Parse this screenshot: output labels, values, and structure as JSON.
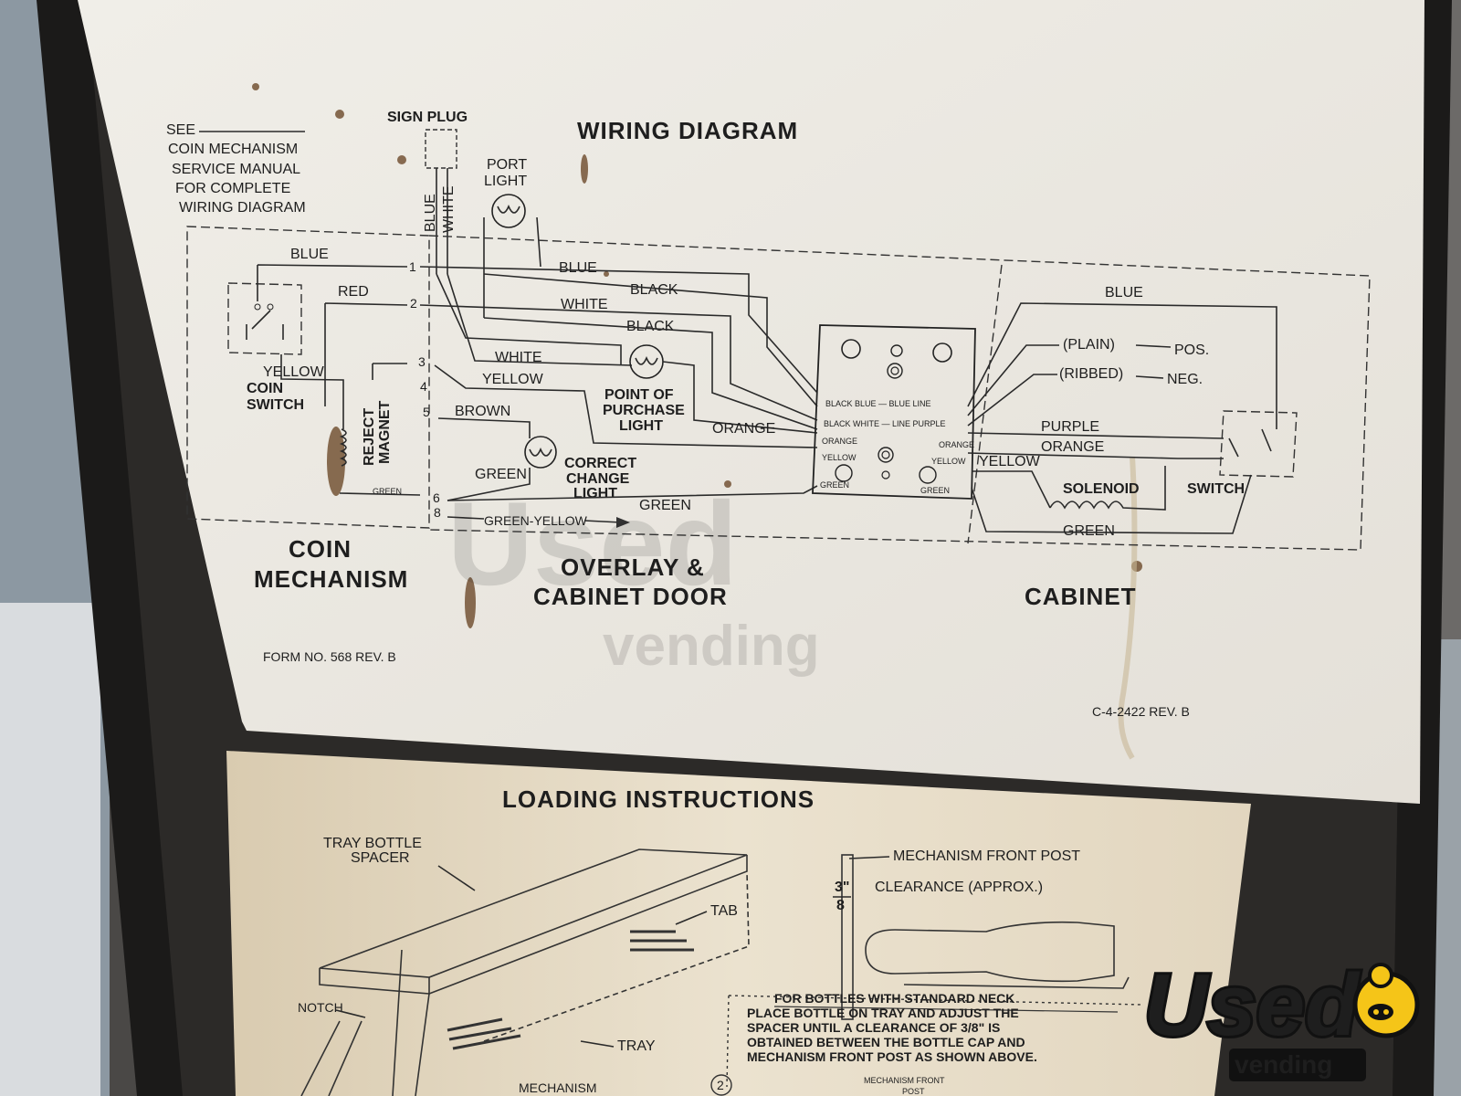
{
  "wiring": {
    "title": "WIRING DIAGRAM",
    "see_note": [
      "SEE",
      "COIN MECHANISM",
      "SERVICE MANUAL",
      "FOR COMPLETE",
      "WIRING DIAGRAM"
    ],
    "sign_plug": "SIGN PLUG",
    "port_light": [
      "PORT",
      "LIGHT"
    ],
    "wires": {
      "blue": "BLUE",
      "white": "WHITE",
      "red": "RED",
      "black": "BLACK",
      "yellow": "YELLOW",
      "brown": "BROWN",
      "green": "GREEN",
      "green_yellow": "GREEN-YELLOW",
      "orange": "ORANGE",
      "purple": "PURPLE"
    },
    "terminals": [
      "1",
      "2",
      "3",
      "4",
      "5",
      "6",
      "8"
    ],
    "coin_switch": [
      "COIN",
      "SWITCH"
    ],
    "reject_magnet": [
      "REJECT",
      "MAGNET"
    ],
    "point_of_purchase": [
      "POINT OF",
      "PURCHASE",
      "LIGHT"
    ],
    "correct_change": [
      "CORRECT",
      "CHANGE",
      "LIGHT"
    ],
    "box_labels": [
      "BLACK BLUE — BLUE LINE",
      "BLACK WHITE — LINE PURPLE",
      "ORANGE",
      "ORANGE",
      "YELLOW",
      "YELLOW",
      "GREEN",
      "GREEN"
    ],
    "plain": "(PLAIN)",
    "pos": "POS.",
    "ribbed": "(RIBBED)",
    "neg": "NEG.",
    "solenoid": "SOLENOID",
    "switch": "SWITCH",
    "section_coin": [
      "COIN",
      "MECHANISM"
    ],
    "section_overlay": [
      "OVERLAY &",
      "CABINET DOOR"
    ],
    "section_cabinet": "CABINET",
    "form_no": "FORM NO. 568  REV. B",
    "drawing_no": "C-4-2422   REV. B"
  },
  "loading": {
    "title": "LOADING INSTRUCTIONS",
    "tray_bottle_spacer": [
      "TRAY BOTTLE",
      "SPACER"
    ],
    "tab": "TAB",
    "notch": "NOTCH",
    "tray": "TRAY",
    "mechanism": "MECHANISM",
    "mechanism_front_post": "MECHANISM FRONT POST",
    "clearance": "CLEARANCE (APPROX.)",
    "fraction_num": "3\"",
    "fraction_den": "8",
    "note_heading": "FOR BOTTLES WITH STANDARD NECK",
    "note_lines": [
      "PLACE BOTTLE ON TRAY AND ADJUST THE",
      "SPACER UNTIL A CLEARANCE OF 3/8\" IS",
      "OBTAINED BETWEEN THE BOTTLE CAP AND",
      "MECHANISM FRONT POST AS SHOWN ABOVE."
    ],
    "step_number": "2",
    "mechanism_front_post_bottom": [
      "MECHANISM FRONT",
      "POST"
    ]
  },
  "watermark": {
    "line1": "Used",
    "line2": "vending"
  },
  "colors": {
    "paper": "#eeebe4",
    "card": "#e9dfcb",
    "frame": "#1b1a19",
    "logo_yellow": "#f5c518"
  }
}
